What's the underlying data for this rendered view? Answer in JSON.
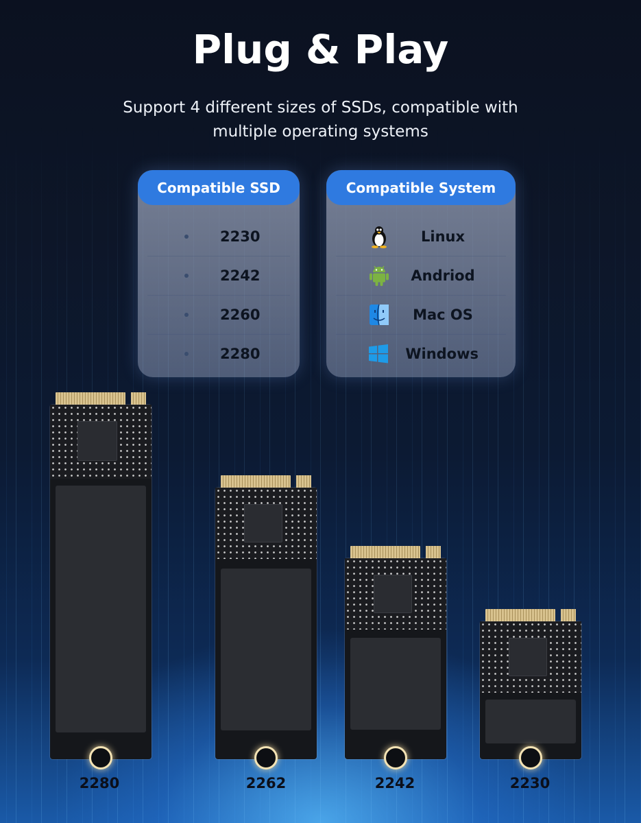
{
  "title": "Plug & Play",
  "subtitle": "Support 4 different sizes of SSDs, compatible with multiple operating systems",
  "ssd_card": {
    "heading": "Compatible SSD",
    "items": [
      "2230",
      "2242",
      "2260",
      "2280"
    ]
  },
  "system_card": {
    "heading": "Compatible System",
    "items": [
      {
        "label": "Linux",
        "icon": "linux-penguin-icon"
      },
      {
        "label": "Andriod",
        "icon": "android-robot-icon"
      },
      {
        "label": "Mac OS",
        "icon": "mac-finder-icon"
      },
      {
        "label": "Windows",
        "icon": "windows-logo-icon"
      }
    ]
  },
  "ssd_modules": [
    {
      "label": "2280"
    },
    {
      "label": "2262"
    },
    {
      "label": "2242"
    },
    {
      "label": "2230"
    }
  ],
  "colors": {
    "accent": "#2f7ae0",
    "gold": "#d9c38f"
  }
}
